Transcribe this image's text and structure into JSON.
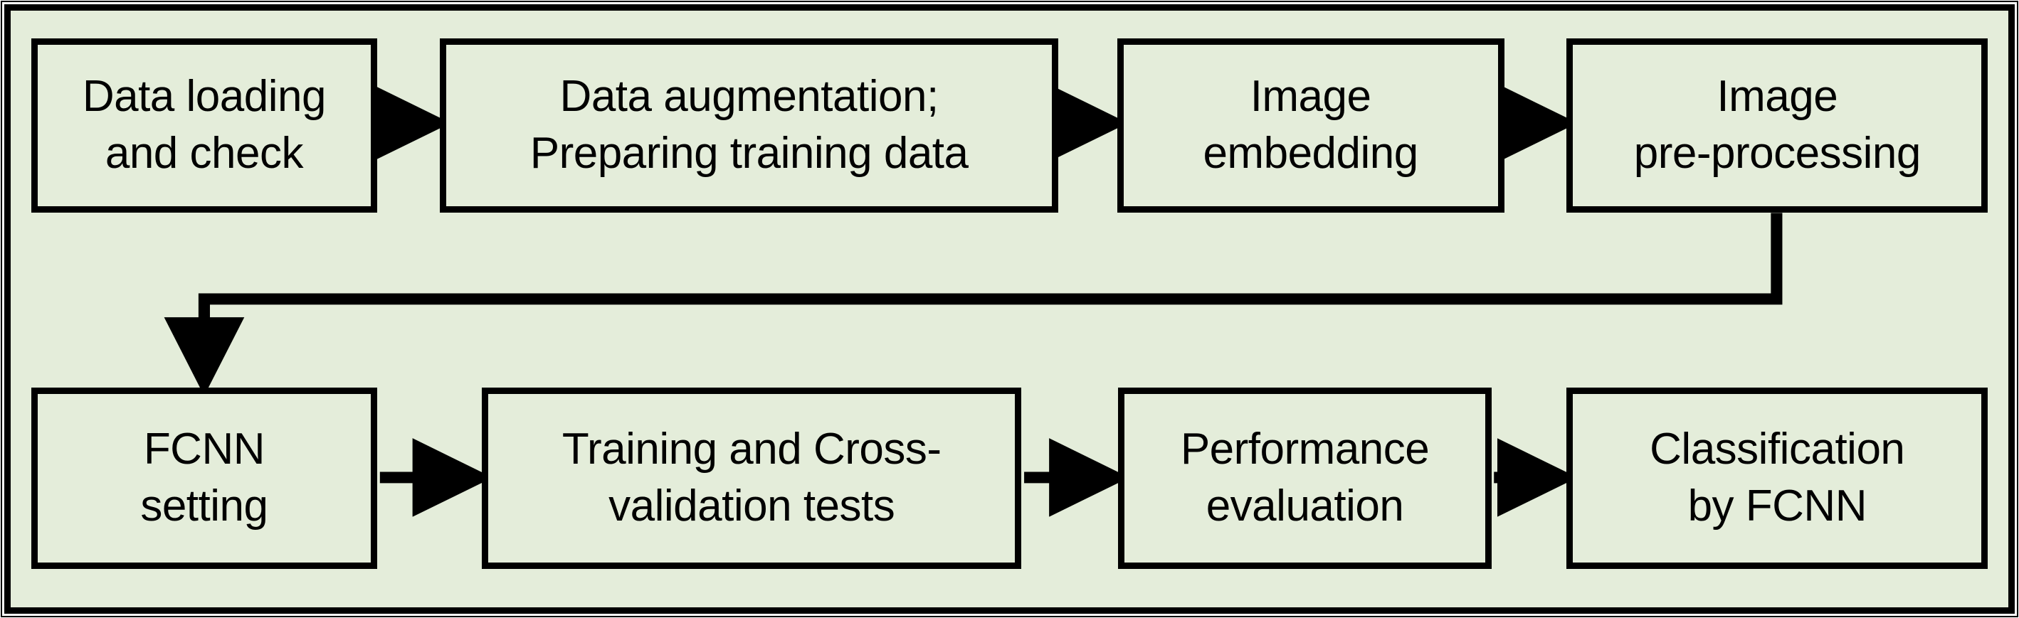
{
  "diagram": {
    "title": "FCNN image classification pipeline flowchart",
    "background_color": "#e4edda",
    "border_color": "#000000",
    "text_color": "#000000",
    "rows": 2,
    "nodes_per_row": 4
  },
  "nodes": [
    {
      "id": "data-loading",
      "order": 1,
      "row": "top",
      "line1": "Data loading",
      "line2": "and check"
    },
    {
      "id": "data-augmentation",
      "order": 2,
      "row": "top",
      "line1": "Data augmentation;",
      "line2": "Preparing training data"
    },
    {
      "id": "image-embedding",
      "order": 3,
      "row": "top",
      "line1": "Image",
      "line2": "embedding"
    },
    {
      "id": "image-preprocessing",
      "order": 4,
      "row": "top",
      "line1": "Image",
      "line2": "pre-processing"
    },
    {
      "id": "fcnn-setting",
      "order": 5,
      "row": "bottom",
      "line1": "FCNN",
      "line2": "setting"
    },
    {
      "id": "training-cross-validation",
      "order": 6,
      "row": "bottom",
      "line1": "Training and Cross-",
      "line2": "validation tests"
    },
    {
      "id": "performance-evaluation",
      "order": 7,
      "row": "bottom",
      "line1": "Performance",
      "line2": "evaluation"
    },
    {
      "id": "classification-by-fcnn",
      "order": 8,
      "row": "bottom",
      "line1": "Classification",
      "line2": "by FCNN"
    }
  ],
  "connectors": [
    {
      "id": "arrow-1-2",
      "from": "data-loading",
      "to": "data-augmentation",
      "kind": "straight-right"
    },
    {
      "id": "arrow-2-3",
      "from": "data-augmentation",
      "to": "image-embedding",
      "kind": "straight-right"
    },
    {
      "id": "arrow-3-4",
      "from": "image-embedding",
      "to": "image-preprocessing",
      "kind": "straight-right"
    },
    {
      "id": "arrow-4-5",
      "from": "image-preprocessing",
      "to": "fcnn-setting",
      "kind": "elbow-down-left"
    },
    {
      "id": "arrow-5-6",
      "from": "fcnn-setting",
      "to": "training-cross-validation",
      "kind": "straight-right"
    },
    {
      "id": "arrow-6-7",
      "from": "training-cross-validation",
      "to": "performance-evaluation",
      "kind": "straight-right"
    },
    {
      "id": "arrow-7-8",
      "from": "performance-evaluation",
      "to": "classification-by-fcnn",
      "kind": "straight-right"
    }
  ]
}
